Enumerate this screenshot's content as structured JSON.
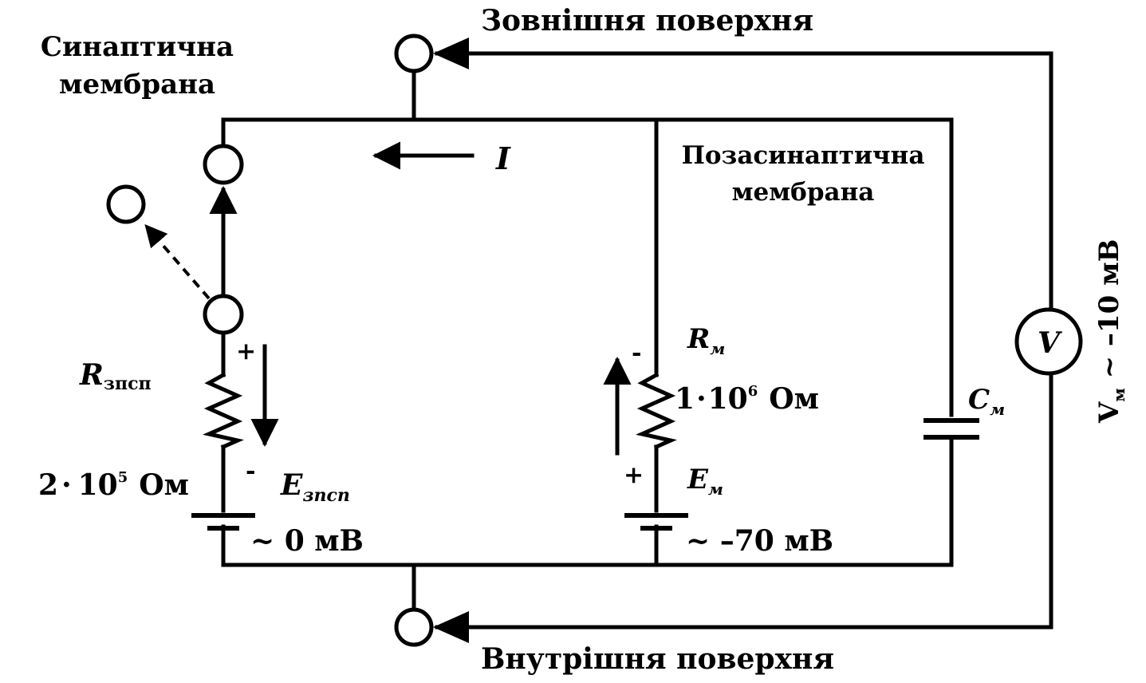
{
  "labels": {
    "outer_surface": "Зовнішня поверхня",
    "inner_surface": "Внутрішня поверхня",
    "synaptic_membrane_line1": "Синаптична",
    "synaptic_membrane_line2": "мембрана",
    "extrasynaptic_membrane_line1": "Позасинаптична",
    "extrasynaptic_membrane_line2": "мембрана",
    "current": "I",
    "r_epsp": {
      "symbol": "R",
      "subscript": "зпсп"
    },
    "r_epsp_value": {
      "mantissa": "2",
      "dot": "·",
      "base": "10",
      "exponent": "5",
      "unit": "Ом"
    },
    "e_epsp": {
      "symbol": "E",
      "subscript": "зпсп"
    },
    "e_epsp_value": "~ 0 мВ",
    "r_m": {
      "symbol": "R",
      "subscript": "м"
    },
    "r_m_value": {
      "mantissa": "1",
      "dot": "·",
      "base": "10",
      "exponent": "6",
      "unit": "Ом"
    },
    "e_m": {
      "symbol": "E",
      "subscript": "м"
    },
    "e_m_value": "~ –70 мВ",
    "c_m": {
      "symbol": "C",
      "subscript": "м"
    },
    "voltmeter": "V",
    "v_m": {
      "symbol": "V",
      "subscript": "м",
      "value": " ~ –10 мВ"
    },
    "plus": "+",
    "minus": "-"
  }
}
